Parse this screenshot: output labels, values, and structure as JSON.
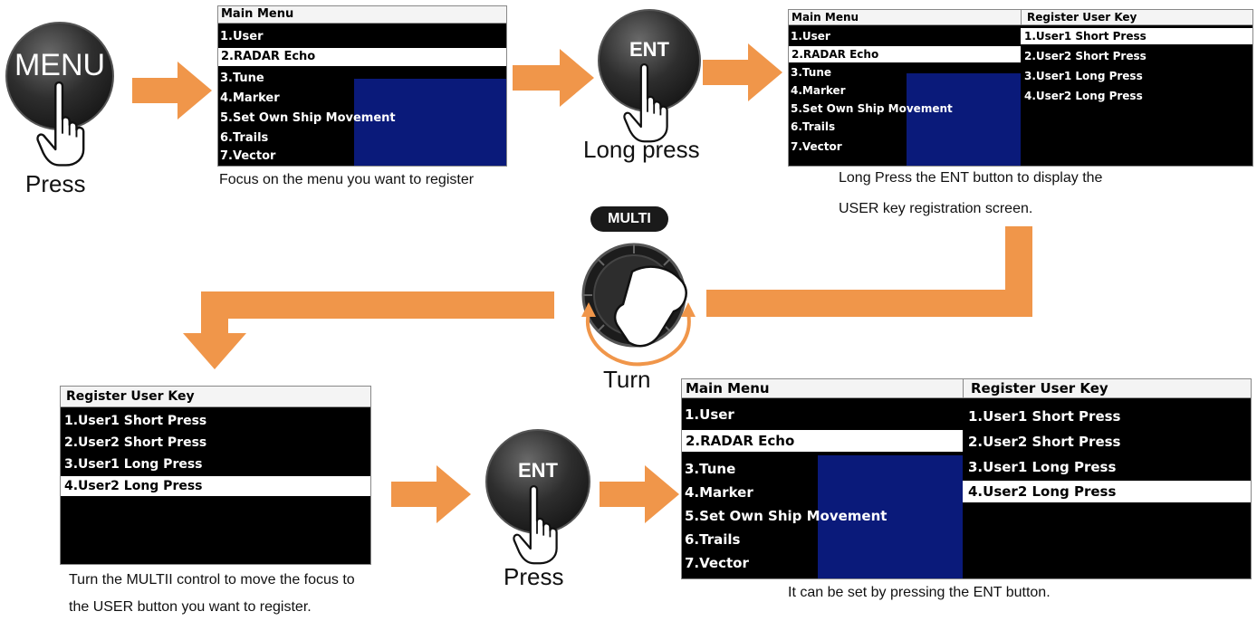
{
  "colors": {
    "arrow": "#f0964a",
    "screen_bg": "#000000",
    "radar": "#0a1a7a",
    "title_bar": "#f4f4f4"
  },
  "step1": {
    "button_label": "MENU",
    "caption": "Press"
  },
  "step2": {
    "caption": "Focus on the menu you want to register",
    "menu_title": "Main Menu",
    "items": [
      "1.User",
      "2.RADAR Echo",
      "3.Tune",
      "4.Marker",
      "5.Set Own Ship Movement",
      "6.Trails",
      "7.Vector"
    ],
    "selected_index": 1
  },
  "step3": {
    "button_label": "ENT",
    "caption": "Long press"
  },
  "step4": {
    "caption_line1": "Long Press the ENT button to display the",
    "caption_line2": "USER key registration screen.",
    "menu_title": "Main Menu",
    "items": [
      "1.User",
      "2.RADAR Echo",
      "3.Tune",
      "4.Marker",
      "5.Set Own Ship Movement",
      "6.Trails",
      "7.Vector"
    ],
    "selected_index": 1,
    "panel_title": "Register User Key",
    "panel_items": [
      "1.User1 Short Press",
      "2.User2 Short Press",
      "3.User1 Long Press",
      "4.User2 Long Press"
    ],
    "panel_selected_index": 0
  },
  "step5": {
    "knob_label": "MULTI",
    "caption": "Turn"
  },
  "step6": {
    "caption_line1": "Turn the MULTII control to move the focus to",
    "caption_line2": "the USER button you want to register.",
    "panel_title": "Register User Key",
    "panel_items": [
      "1.User1 Short Press",
      "2.User2 Short Press",
      "3.User1 Long Press",
      "4.User2 Long Press"
    ],
    "panel_selected_index": 3
  },
  "step7": {
    "button_label": "ENT",
    "caption": "Press"
  },
  "step8": {
    "caption": "It can be set by pressing the ENT button.",
    "menu_title": "Main Menu",
    "items": [
      "1.User",
      "2.RADAR Echo",
      "3.Tune",
      "4.Marker",
      "5.Set Own Ship Movement",
      "6.Trails",
      "7.Vector"
    ],
    "selected_index": 1,
    "panel_title": "Register User Key",
    "panel_items": [
      "1.User1 Short Press",
      "2.User2 Short Press",
      "3.User1 Long Press",
      "4.User2 Long Press"
    ],
    "panel_selected_index": 3
  }
}
